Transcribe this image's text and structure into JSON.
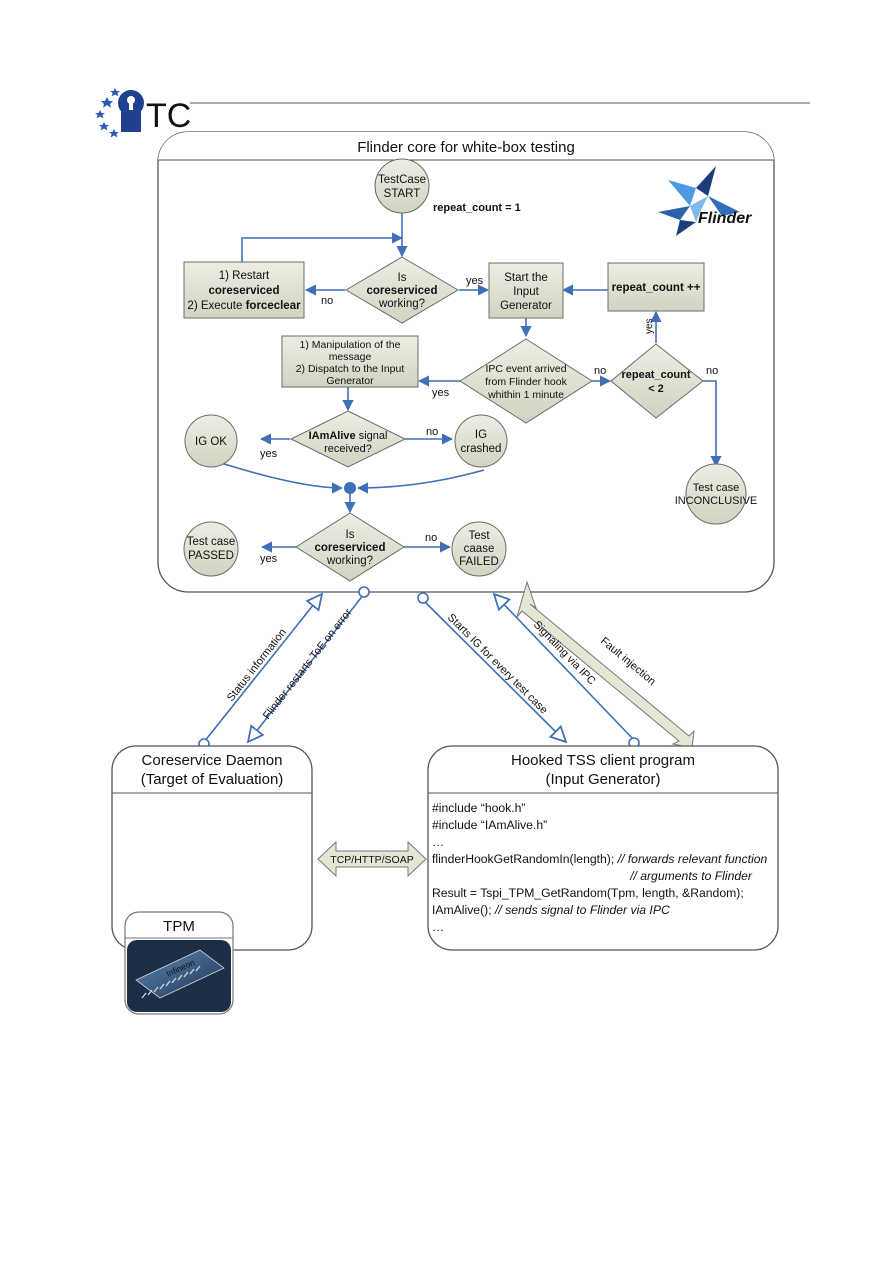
{
  "logo": {
    "letters": "TC",
    "colors": {
      "blue": "#1f3f8f",
      "star": "#2b5bb5",
      "grey": "#7c8796"
    }
  },
  "core": {
    "title": "Flinder core for white-box testing",
    "brand": "Flinder"
  },
  "nodes": {
    "start": [
      "TestCase",
      "START"
    ],
    "repeat_init": "repeat_count = 1",
    "restart": {
      "line1": "1) Restart",
      "line2": "coreserviced",
      "line3_prefix": "2) Execute ",
      "line3_bold": "forceclear"
    },
    "is_working_1": {
      "line1": "Is",
      "line2": "coreserviced",
      "line3": "working?"
    },
    "start_ig": [
      "Start the",
      "Input",
      "Generator"
    ],
    "repeat_inc": "repeat_count ++",
    "manipulation": [
      "1) Manipulation of the",
      "message",
      "2) Dispatch to the Input",
      "Generator"
    ],
    "ipc_event": [
      "IPC event arrived",
      "from Flinder hook",
      "whithin 1 minute"
    ],
    "repeat_check": [
      "repeat_count",
      "< 2"
    ],
    "iamalive": {
      "bold": "IAmAlive",
      "rest": " signal",
      "line2": "received?"
    },
    "ig_ok": "IG OK",
    "ig_crashed": [
      "IG",
      "crashed"
    ],
    "inconclusive": [
      "Test case",
      "INCONCLUSIVE"
    ],
    "is_working_2": {
      "line1": "Is",
      "line2": "coreserviced",
      "line3": "working?"
    },
    "passed": [
      "Test case",
      "PASSED"
    ],
    "failed": [
      "Test",
      "caase",
      "FAILED"
    ]
  },
  "edge_labels": {
    "no_restart": "no",
    "yes_start": "yes",
    "yes_loop": "yes",
    "no_ipc": "no",
    "no_inconclusive": "no",
    "yes_manip": "yes",
    "yes_igok": "yes",
    "no_crashed": "no",
    "yes_passed": "yes",
    "no_failed": "no"
  },
  "connectors": {
    "status": "Status information",
    "restart_toe": "Flinder restarts ToE on error",
    "starts_ig": "Starts IG for every test case",
    "signaling": "Signaling via IPC",
    "fault": "Fault injection",
    "tcp": "TCP/HTTP/SOAP"
  },
  "daemon": {
    "title1": "Coreservice Daemon",
    "title2": "(Target of Evaluation)"
  },
  "tpm": {
    "label": "TPM",
    "chip_text": "Infineon"
  },
  "client": {
    "title1": "Hooked TSS client program",
    "title2": "(Input Generator)",
    "code": [
      {
        "text": "#include “hook.h”",
        "comment": ""
      },
      {
        "text": "#include “IAmAlive.h”",
        "comment": ""
      },
      {
        "text": "   …",
        "comment": ""
      },
      {
        "text": "flinderHookGetRandomIn(length); ",
        "comment": "// forwards relevant function"
      },
      {
        "text": "",
        "comment": "// arguments to Flinder"
      },
      {
        "text": "Result = Tspi_TPM_GetRandom(Tpm, length, &Random);",
        "comment": ""
      },
      {
        "text": "IAmAlive(); ",
        "comment": "// sends signal to Flinder via IPC"
      },
      {
        "text": "   …",
        "comment": ""
      }
    ]
  },
  "colors": {
    "flow": "#3f6fb5",
    "box_fill": "#d7dccb",
    "box_stroke": "#6b6b6b",
    "arrow_fill": "#e3e7d4"
  }
}
